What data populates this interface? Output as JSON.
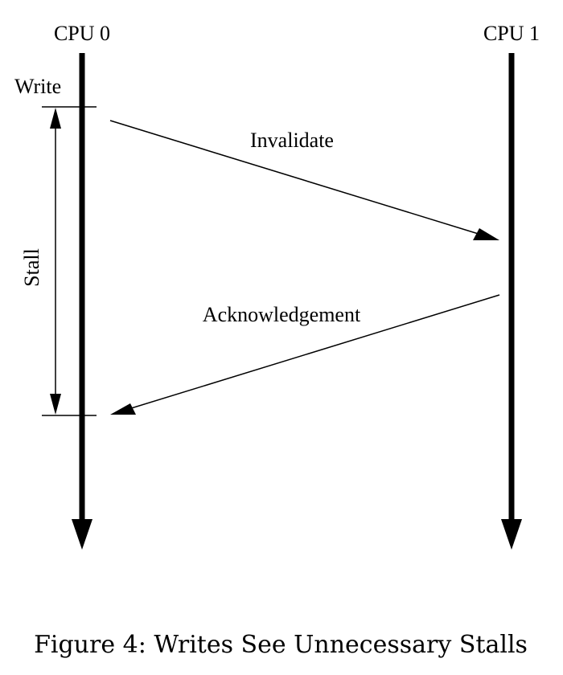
{
  "diagram": {
    "cpu0_label": "CPU 0",
    "cpu1_label": "CPU 1",
    "write_label": "Write",
    "stall_label": "Stall",
    "invalidate_label": "Invalidate",
    "ack_label": "Acknowledgement"
  },
  "caption": {
    "text": "Figure 4: Writes See Unnecessary Stalls"
  },
  "colors": {
    "line": "#000000",
    "background": "#ffffff"
  }
}
